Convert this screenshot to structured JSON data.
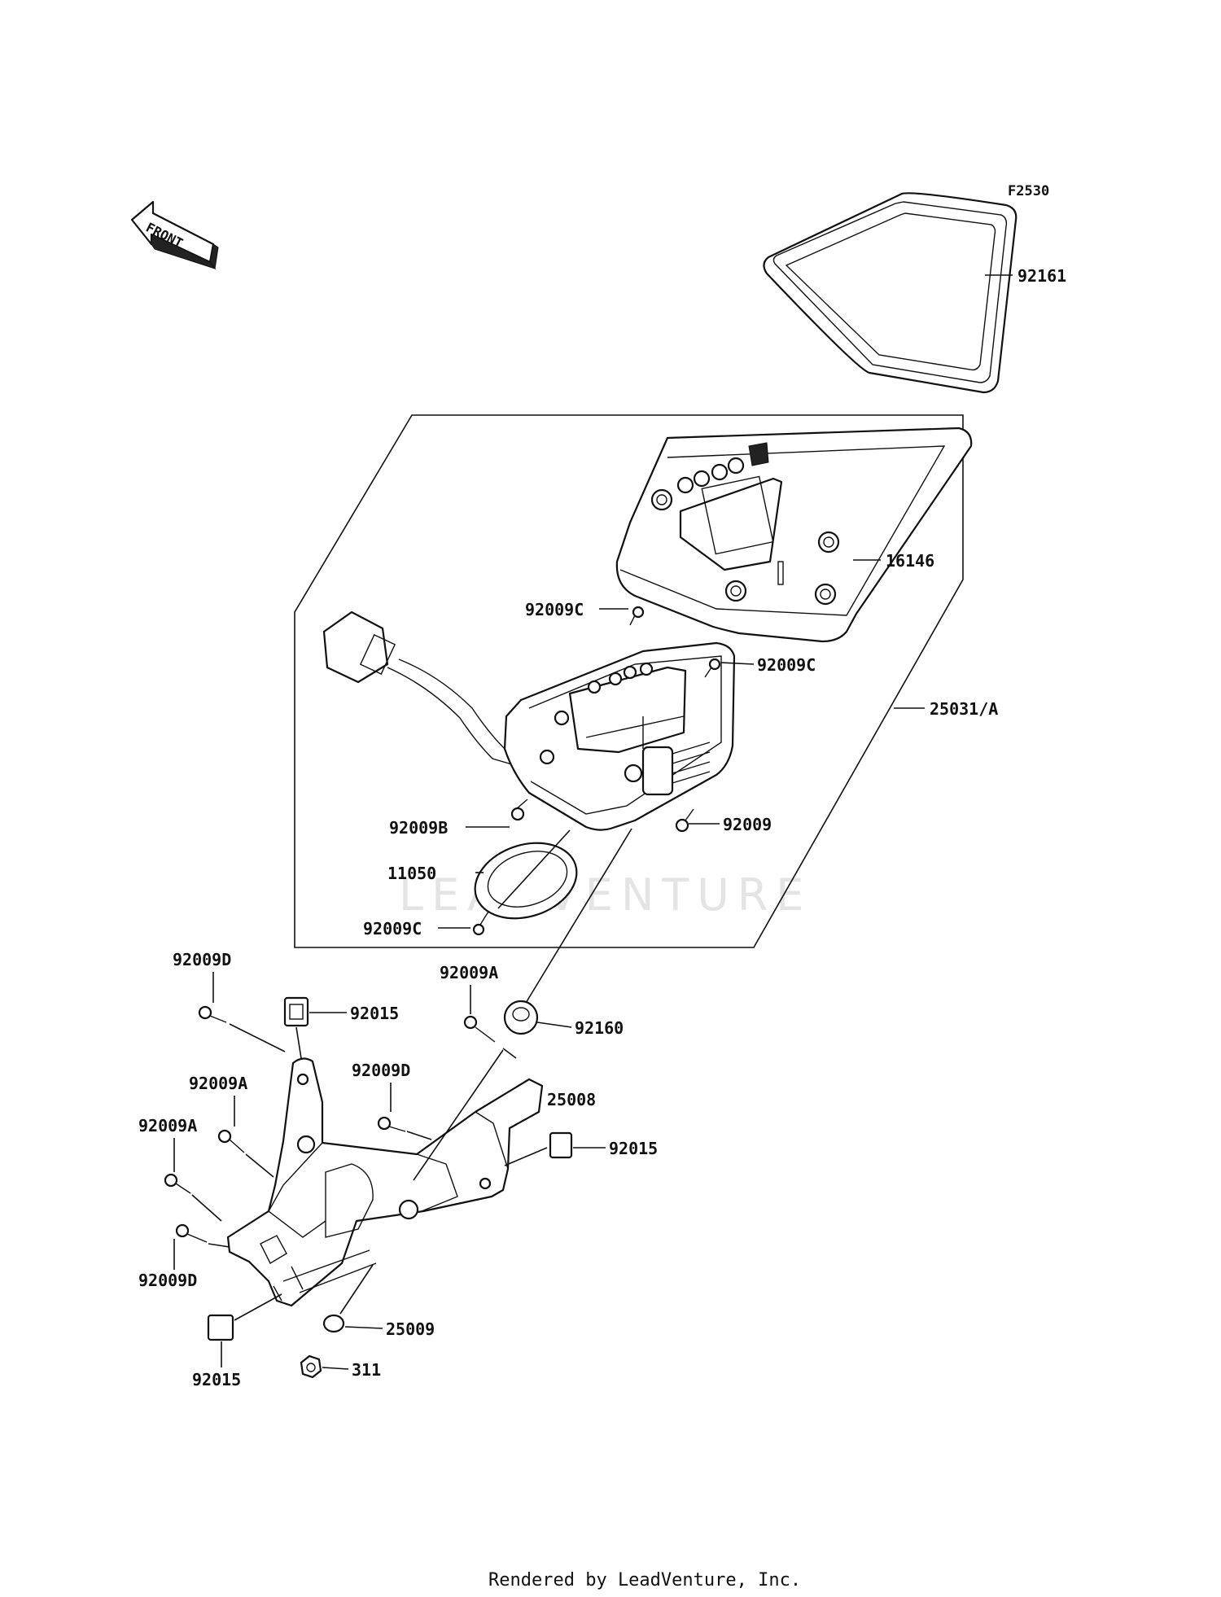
{
  "diagram": {
    "code": "F2530",
    "front_label": "FRONT",
    "watermark": "LEADVENTURE",
    "footer": "Rendered by LeadVenture, Inc."
  },
  "parts": [
    {
      "id": "92161"
    },
    {
      "id": "16146"
    },
    {
      "id": "92009C"
    },
    {
      "id": "92009C"
    },
    {
      "id": "25031/A"
    },
    {
      "id": "92009B"
    },
    {
      "id": "92009"
    },
    {
      "id": "11050"
    },
    {
      "id": "92009C"
    },
    {
      "id": "92009D"
    },
    {
      "id": "92015"
    },
    {
      "id": "92009A"
    },
    {
      "id": "92160"
    },
    {
      "id": "92009D"
    },
    {
      "id": "25008"
    },
    {
      "id": "92009A"
    },
    {
      "id": "92009A"
    },
    {
      "id": "92015"
    },
    {
      "id": "92009D"
    },
    {
      "id": "25009"
    },
    {
      "id": "92015"
    },
    {
      "id": "311"
    }
  ]
}
